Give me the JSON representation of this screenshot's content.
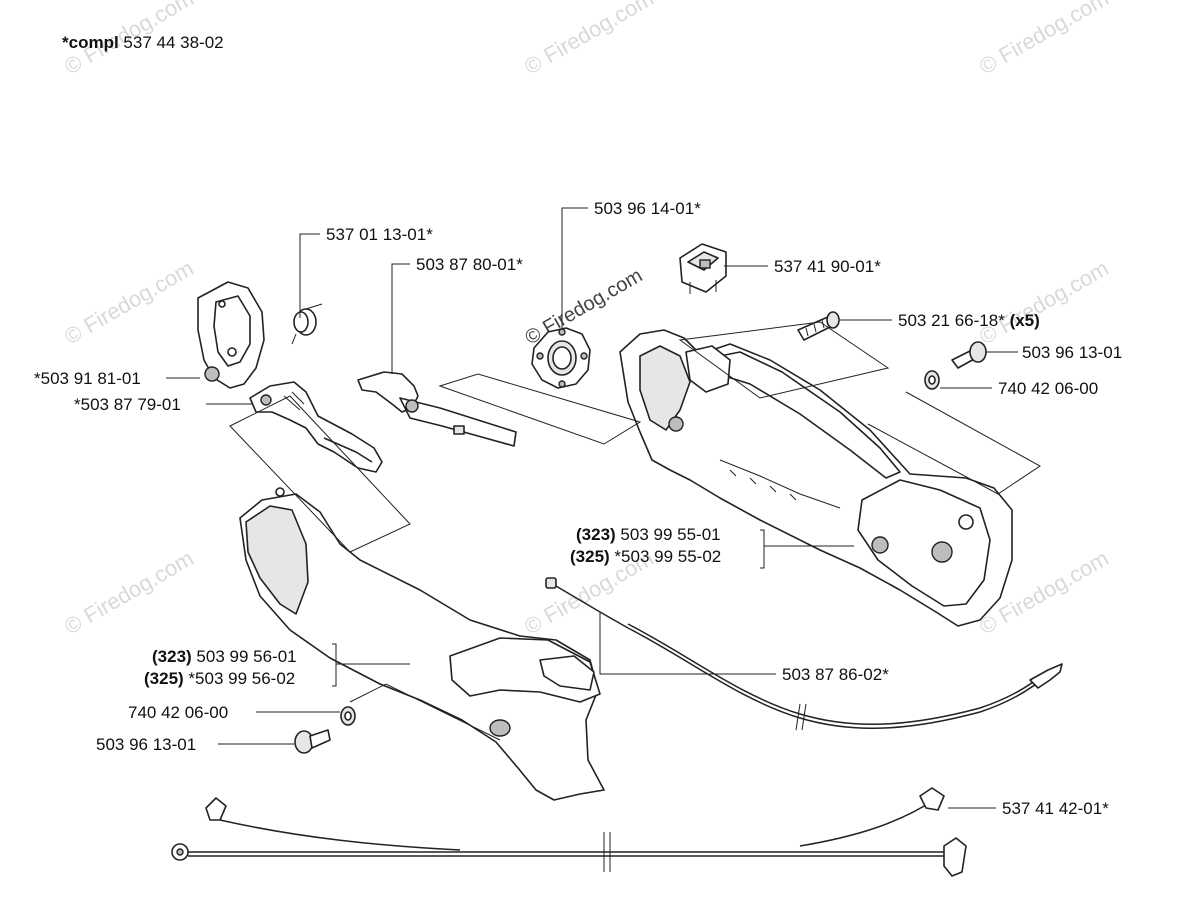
{
  "header": {
    "compl_prefix": "*compl",
    "compl_number": "537 44 38-02"
  },
  "watermark": {
    "text": "© Firedog.com",
    "center_text": "© Firedog.com"
  },
  "parts": {
    "p1": "537 01 13-01*",
    "p2": "503 87 80-01*",
    "p3": "503 96 14-01*",
    "p4": "537 41 90-01*",
    "p5_number": "503 21 66-18*",
    "p5_qty": "(x5)",
    "p6": "503 96 13-01",
    "p7": "740 42 06-00",
    "p8": "*503 91 81-01",
    "p9": "*503 87 79-01",
    "p10_line1_variant": "(323)",
    "p10_line1_number": "503 99 55-01",
    "p10_line2_variant": "(325)",
    "p10_line2_number": "*503 99 55-02",
    "p11": "503 87 86-02*",
    "p12_line1_variant": "(323)",
    "p12_line1_number": "503 99 56-01",
    "p12_line2_variant": "(325)",
    "p12_line2_number": "*503 99 56-02",
    "p13": "740 42 06-00",
    "p14": "503 96 13-01",
    "p15": "537 41 42-01*"
  }
}
